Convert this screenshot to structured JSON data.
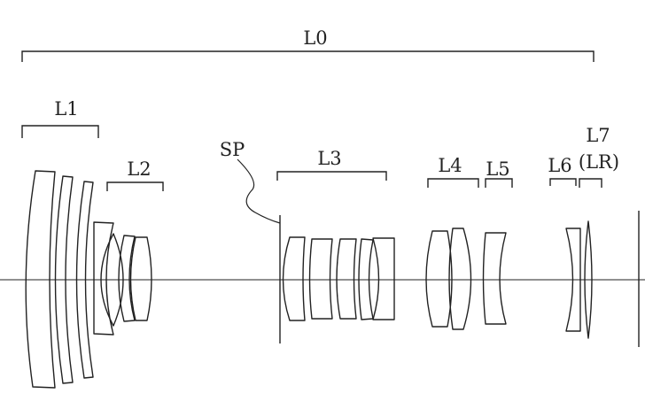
{
  "labels": {
    "l0": "L0",
    "l1": "L1",
    "l2": "L2",
    "sp": "SP",
    "l3": "L3",
    "l4": "L4",
    "l5": "L5",
    "l6": "L6",
    "l7": "L7",
    "lr": "(LR)"
  }
}
